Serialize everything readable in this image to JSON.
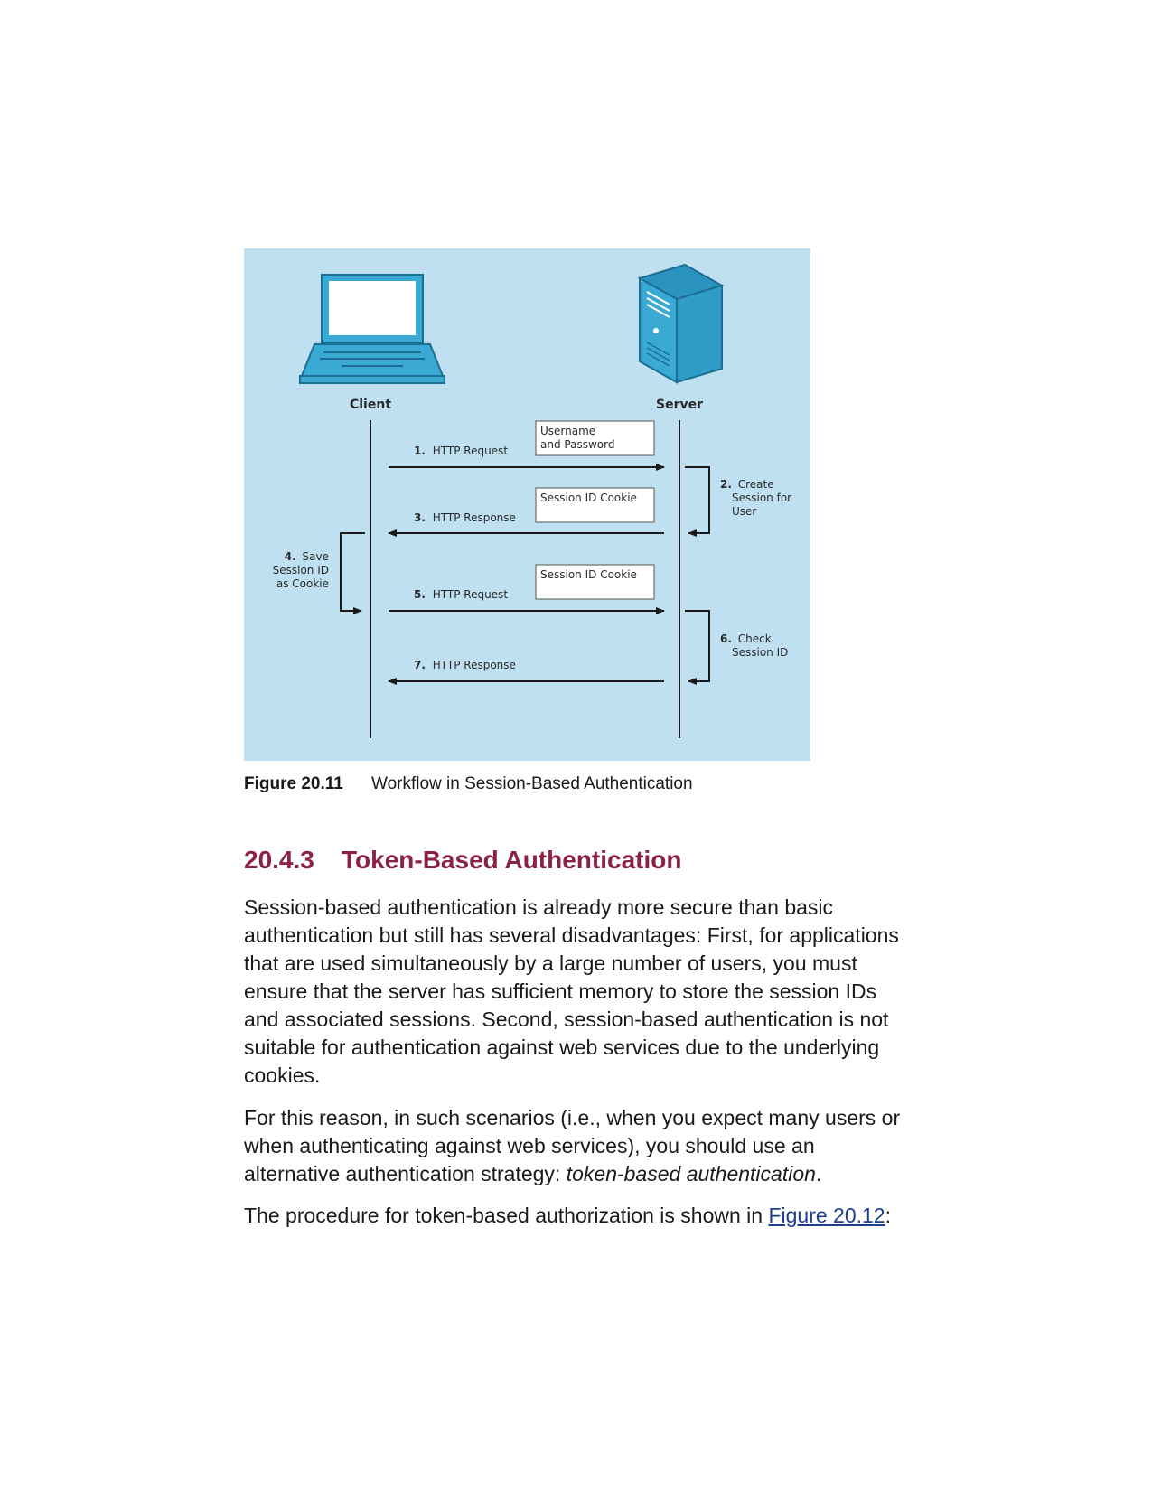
{
  "diagram": {
    "client_label": "Client",
    "server_label": "Server",
    "messages": [
      {
        "num": "1.",
        "text": "HTTP Request"
      },
      {
        "num": "3.",
        "text": "HTTP Response"
      },
      {
        "num": "5.",
        "text": "HTTP Request"
      },
      {
        "num": "7.",
        "text": "HTTP Response"
      }
    ],
    "payload_boxes": [
      {
        "line1": "Username",
        "line2": "and Password"
      },
      {
        "line1": "Session ID Cookie"
      },
      {
        "line1": "Session ID Cookie"
      }
    ],
    "server_steps": [
      {
        "num": "2.",
        "line1": "Create",
        "line2": "Session for",
        "line3": "User"
      },
      {
        "num": "6.",
        "line1": "Check",
        "line2": "Session ID"
      }
    ],
    "client_steps": [
      {
        "num": "4.",
        "line1": "Save",
        "line2": "Session ID",
        "line3": "as Cookie"
      }
    ],
    "colors": {
      "background": "#bfe0f0",
      "device_fill": "#3aa9d4",
      "device_dark": "#1b6f93",
      "line": "#1a1a1a"
    }
  },
  "caption": {
    "number": "Figure 20.11",
    "text": "Workflow in Session-Based Authentication"
  },
  "section": {
    "number": "20.4.3",
    "title": "Token-Based Authentication"
  },
  "paragraphs": {
    "p1": "Session-based authentication is already more secure than basic authentication but still has several disadvantages: First, for applications that are used simultaneously by a large number of users, you must ensure that the server has sufficient memory to store the session IDs and associated sessions. Second, session-based authentication is not suitable for authentication against web services due to the underlying cookies.",
    "p2_before": "For this reason, in such scenarios (i.e., when you expect many users or when authenticating against web services), you should use an alternative authentication strategy: ",
    "p2_em": "token-based authentication",
    "p2_after": ".",
    "p3_before": "The procedure for token-based authorization is shown in ",
    "p3_link": "Figure 20.12",
    "p3_after": ":"
  }
}
